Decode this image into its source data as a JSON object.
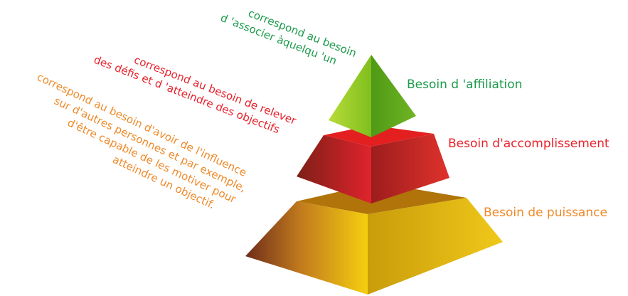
{
  "colors": {
    "affiliation": "#1a9a4a",
    "accomplissement": "#e8202a",
    "puissance": "#ee8a2a"
  },
  "levels": [
    {
      "label": "Besoin d 'affiliation",
      "note": [
        "correspond au besoin",
        "d 'associer àquelqu 'un"
      ]
    },
    {
      "label": "Besoin d'accomplissement",
      "note": [
        "correspond au besoin de relever",
        "des défis et d 'atteindre des objectifs"
      ]
    },
    {
      "label": "Besoin de puissance",
      "note": [
        "correspond au besoin d'avoir de l'influence",
        "sur d'autres personnes et par exemple,",
        "d'être capable de les motiver pour",
        "atteindre un objectif."
      ]
    }
  ]
}
